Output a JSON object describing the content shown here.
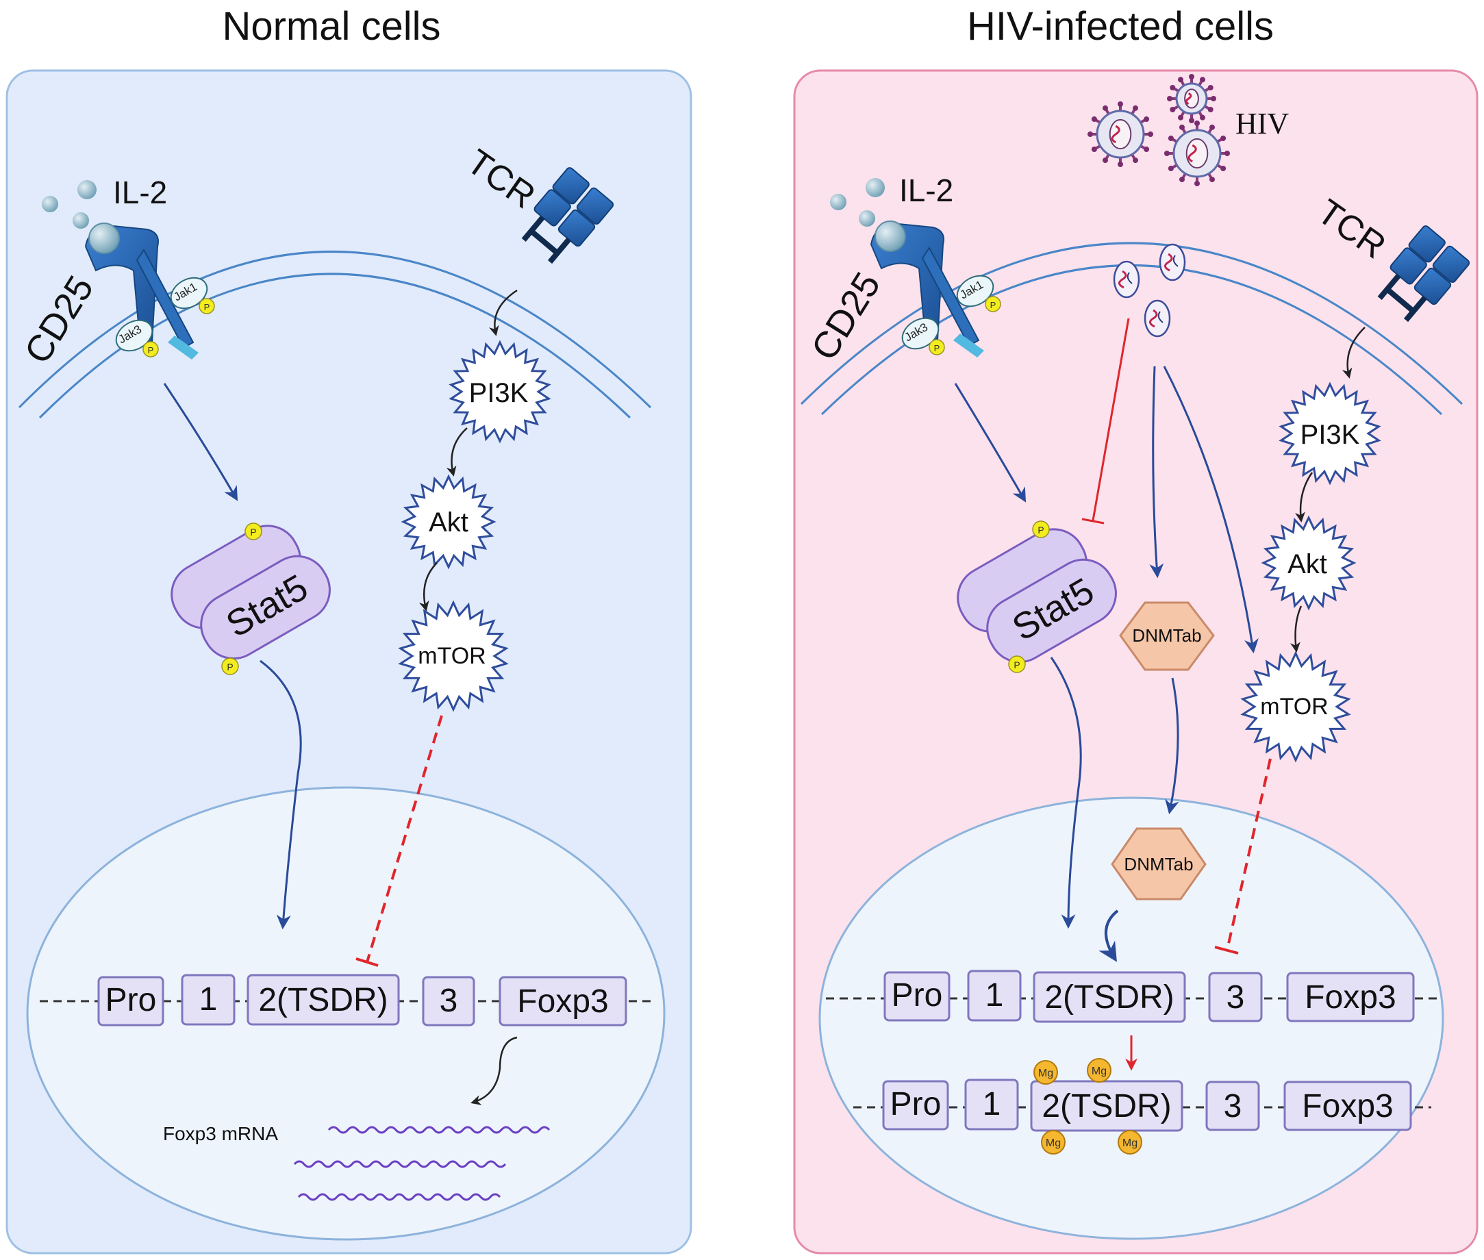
{
  "panels": {
    "normal": {
      "title": "Normal cells",
      "il2": "IL-2",
      "cd25": "CD25",
      "tcr": "TCR",
      "jak1": "Jak1",
      "jak3": "Jak3",
      "phospho": "P",
      "stat5": "Stat5",
      "pi3k": "PI3K",
      "akt": "Akt",
      "mtor": "mTOR",
      "mrna_label": "Foxp3 mRNA",
      "gene": [
        "Pro",
        "1",
        "2(TSDR)",
        "3",
        "Foxp3"
      ]
    },
    "hiv": {
      "title": "HIV-infected cells",
      "virus_label": "HIV",
      "il2": "IL-2",
      "cd25": "CD25",
      "tcr": "TCR",
      "jak1": "Jak1",
      "jak3": "Jak3",
      "phospho": "P",
      "stat5": "Stat5",
      "pi3k": "PI3K",
      "akt": "Akt",
      "mtor": "mTOR",
      "dnmt_cytoplasm": "DNMTab",
      "dnmt_nucleus": "DNMTab",
      "methyl": "Mg",
      "gene_top": [
        "Pro",
        "1",
        "2(TSDR)",
        "3",
        "Foxp3"
      ],
      "gene_bottom": [
        "Pro",
        "1",
        "2(TSDR)",
        "3",
        "Foxp3"
      ]
    }
  },
  "colors": {
    "normal_bg": "#e1ebfb",
    "normal_border": "#9ec0e3",
    "hiv_bg": "#fbe2ec",
    "hiv_border": "#e58aa8",
    "nucleus_fill": "#eef4fc",
    "membrane": "#4a86c8",
    "receptor_blue": "#1d5aa6",
    "kinase_outline": "#2f4d9c",
    "stat5_fill": "#d9ccf3",
    "stat5_stroke": "#7a5cbf",
    "gene_box_fill": "#e4e0f6",
    "gene_box_stroke": "#7f77bd",
    "arrow_blue": "#2a4a9a",
    "inhibit_red": "#e0262c",
    "dnmt_fill": "#f6c6a8",
    "dnmt_stroke": "#c98a6a",
    "methyl_fill": "#f5b72f",
    "mrna": "#6a3fc1",
    "phospho_fill": "#f3ec1f"
  }
}
